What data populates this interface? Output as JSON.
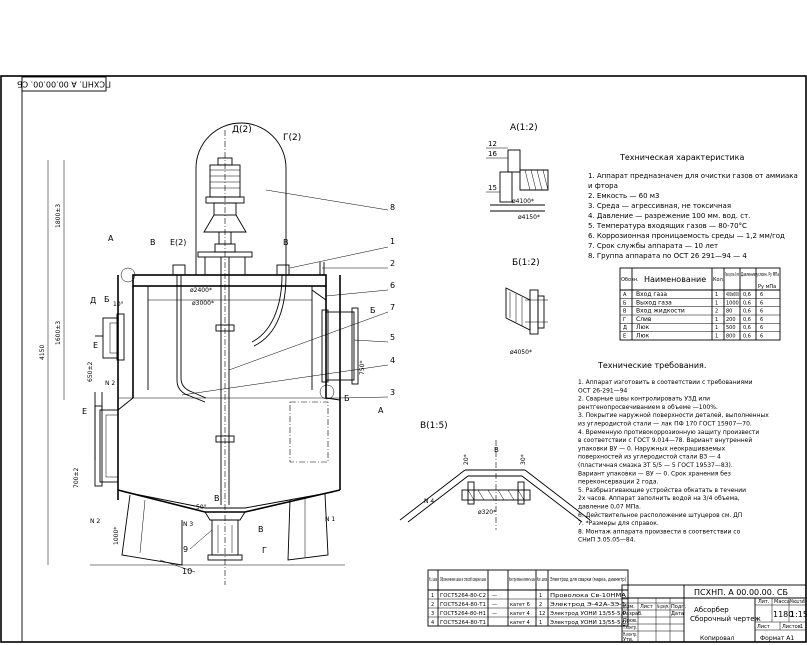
{
  "stamp_top": "ПСХНП. А 00.00.00. СБ",
  "view_labels": {
    "d2": "Д(2)",
    "g2": "Г(2)",
    "a12": "А(1:2)",
    "b12": "Б(1:2)",
    "v15": "В(1:5)",
    "e2": "Е(2)"
  },
  "leaders": [
    "1",
    "2",
    "3",
    "4",
    "5",
    "6",
    "7",
    "8",
    "9",
    "10"
  ],
  "letters": {
    "A": "А",
    "B": "Б",
    "V": "В",
    "G": "Г",
    "D": "Д",
    "E": "Е"
  },
  "nozzle_marks": [
    "N 1",
    "N 2",
    "N 3",
    "N 4"
  ],
  "dimensions": {
    "d2400": "ø2400*",
    "d3000": "ø3000*",
    "a10": "10°",
    "h4150": "4150",
    "h1800": "1800±3",
    "h1600": "1600±3",
    "h650": "650±2",
    "h700": "700±2",
    "h1000": "1000*",
    "d50": "50°",
    "d750": "750*",
    "d4100": "ø4100*",
    "d4150": "ø4150*",
    "d4050": "ø4050*",
    "d12": "12",
    "d16": "16",
    "d15": "15",
    "v20": "20*",
    "v320": "ø320*",
    "v30": "30*"
  },
  "tech_char": {
    "title": "Техническая характеристика",
    "items": [
      "1. Аппарат предназначен для очистки газов от аммиака",
      "    и фтора",
      "2. Емкость — 60 м3",
      "3. Среда — агрессивная, не токсичная",
      "4. Давление — разрежение 100 мм. вод. ст.",
      "5. Температура входящих газов — 80-70°С",
      "6. Коррозионная проницаемость среды — 1,2 мм/год",
      "7. Срок службы аппарата — 10 лет",
      "8. Группа аппарата по ОСТ 26 291—94 — 4"
    ]
  },
  "nozzle_table": {
    "headers": [
      "Обозн.",
      "Наименование",
      "Кол.",
      "Проход условн. Dy мм",
      "Давление условн. Py МПа",
      "Ру мПа"
    ],
    "rows": [
      [
        "А",
        "Вход газа",
        "1",
        "400х600",
        "0,6",
        "6"
      ],
      [
        "Б",
        "Выход газа",
        "1",
        "1000",
        "0,6",
        "6"
      ],
      [
        "В",
        "Вход жидкости",
        "2",
        "80",
        "0,6",
        "6"
      ],
      [
        "Г",
        "Слив",
        "1",
        "200",
        "0,6",
        "6"
      ],
      [
        "Д",
        "Люк",
        "1",
        "500",
        "0,6",
        "6"
      ],
      [
        "Е",
        "Люк",
        "1",
        "800",
        "0,6",
        "6"
      ]
    ]
  },
  "tech_req": {
    "title": "Технические требования.",
    "items": [
      "1. Аппарат изготовить в соответствии с требованиями",
      "    ОСТ 26-291—94",
      "2. Сварные швы контролировать УЗД или",
      "    рентгенопросвечиванием в объеме —100%.",
      "3. Покрытие наружной поверхности деталей, выполненных",
      "    из углеродистой стали — лак ПФ 170 ГОСТ 15907—70.",
      "4. Временную противокоррозионную защиту произвести",
      "    в соответствии с ГОСТ 9.014—78. Вариант внутренней",
      "    упаковки ВУ — 0. Наружных неокрашиваемых",
      "    поверхностей из углеродистой стали ВЗ — 4",
      "    (пластичная смазка ЗТ 5/5 — 5 ГОСТ 19537—83).",
      "    Вариант упаковки — ВУ — 0. Срок хранения без",
      "    переконсервации 2 года.",
      "5. Разбрызгивающие устройства обкатать в течении",
      "    2х часов. Аппарат заполнить водой на 3/4 объема,",
      "    давление 0,07 МПа.",
      "6. Действительное расположение штуцеров см. ДП",
      "7. *Размеры для справок.",
      "8. Монтаж аппарата произвести в соответствии со",
      "    СНиП 3.05.05—84."
    ]
  },
  "spec_table": {
    "headers": [
      "Уз. шва",
      "Обозначение шва и способ сварки шва",
      "",
      "Конструктивные элементы шва",
      "Кол. швов",
      "Электрод для сварки (марка, диаметр)"
    ],
    "rows": [
      [
        "1",
        "ГОСТ5264-80-С2",
        "—",
        "",
        "1",
        "Проволока Св-10НМА"
      ],
      [
        "2",
        "ГОСТ5264-80-Т1",
        "—",
        "катет 6",
        "2",
        "Электрод Э-42А-ЗЭ-1"
      ],
      [
        "3",
        "ГОСТ5264-80-Н1",
        "—",
        "катет 4",
        "12",
        "Электрод УОНИ 13/55-5,0"
      ],
      [
        "4",
        "ГОСТ5264-80-Т1",
        "",
        "катет 4",
        "1",
        "Электрод УОНИ 13/55-5,0"
      ]
    ]
  },
  "title_block": {
    "doc_code": "ПСХНП. А 00.00.00. СБ",
    "name1": "Абсорбер",
    "name2": "Сборочный чертеж",
    "lit": "Лит.",
    "mass": "Масса",
    "scale_label": "Масштаб",
    "mass_val": "1180",
    "scale_val": "1:15",
    "sheet": "Лист",
    "sheets": "Листов",
    "sheets_val": "1",
    "roles": [
      "Изм.",
      "Разраб.",
      "Пров.",
      "Т.контр.",
      "Н.контр.",
      "Утв."
    ],
    "cols": [
      "Лист",
      "№ докум.",
      "Подп.",
      "Дата"
    ],
    "copied": "Копировал",
    "format": "Формат А1"
  }
}
